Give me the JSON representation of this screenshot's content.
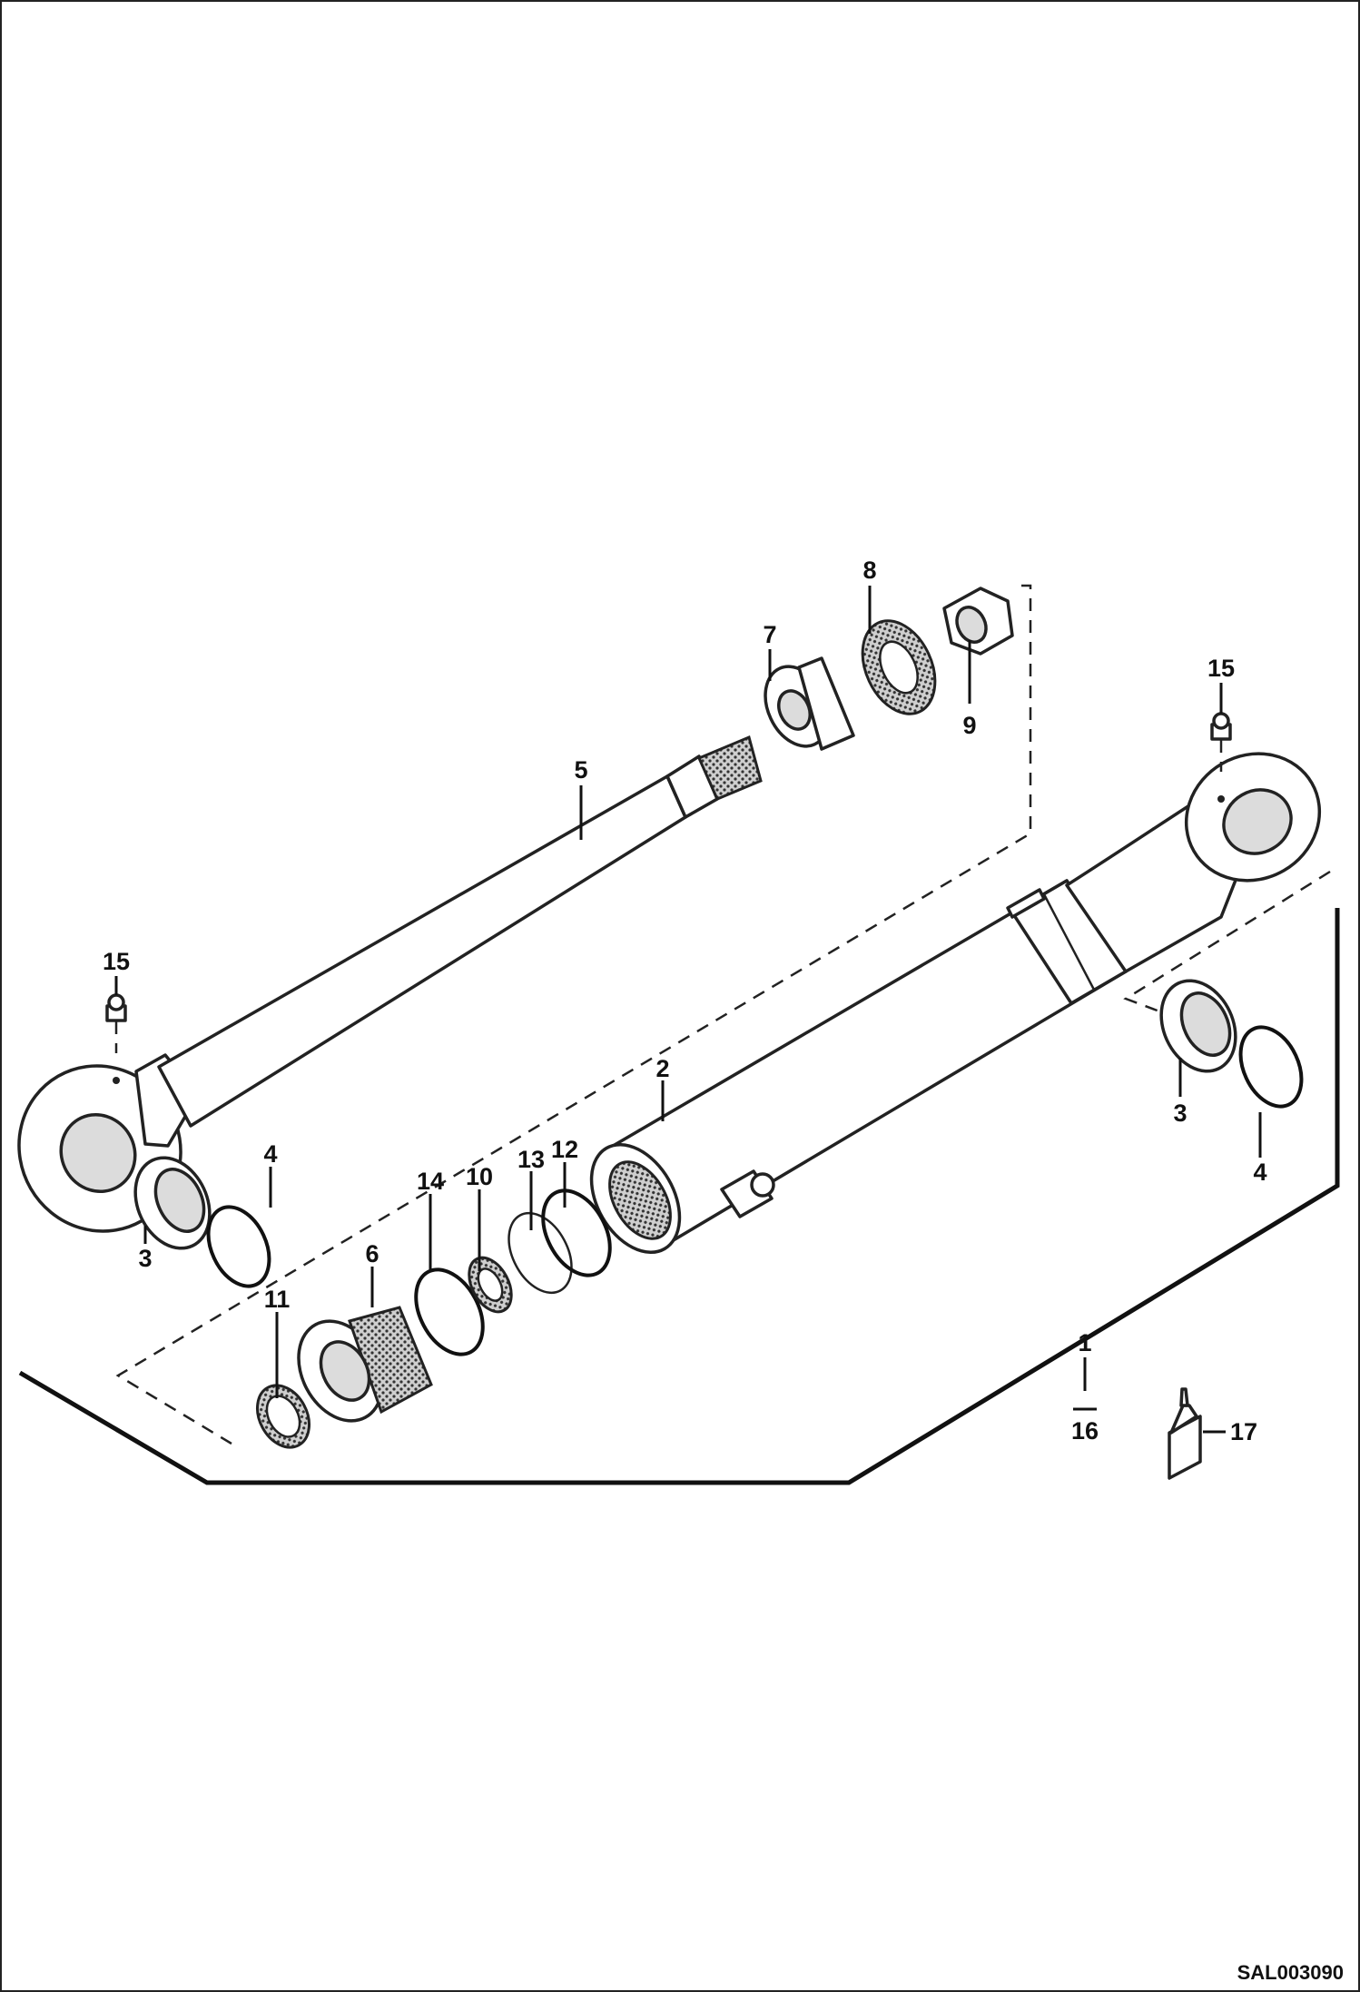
{
  "drawing_code": "SAL003090",
  "callouts": [
    {
      "id": "c1",
      "text": "1"
    },
    {
      "id": "c2",
      "text": "2"
    },
    {
      "id": "c3a",
      "text": "3"
    },
    {
      "id": "c3b",
      "text": "3"
    },
    {
      "id": "c4a",
      "text": "4"
    },
    {
      "id": "c4b",
      "text": "4"
    },
    {
      "id": "c5",
      "text": "5"
    },
    {
      "id": "c6",
      "text": "6"
    },
    {
      "id": "c7",
      "text": "7"
    },
    {
      "id": "c8",
      "text": "8"
    },
    {
      "id": "c9",
      "text": "9"
    },
    {
      "id": "c10",
      "text": "10"
    },
    {
      "id": "c11",
      "text": "11"
    },
    {
      "id": "c12",
      "text": "12"
    },
    {
      "id": "c13",
      "text": "13"
    },
    {
      "id": "c14",
      "text": "14"
    },
    {
      "id": "c15a",
      "text": "15"
    },
    {
      "id": "c15b",
      "text": "15"
    },
    {
      "id": "c16",
      "text": "16"
    },
    {
      "id": "c17",
      "text": "17"
    }
  ]
}
